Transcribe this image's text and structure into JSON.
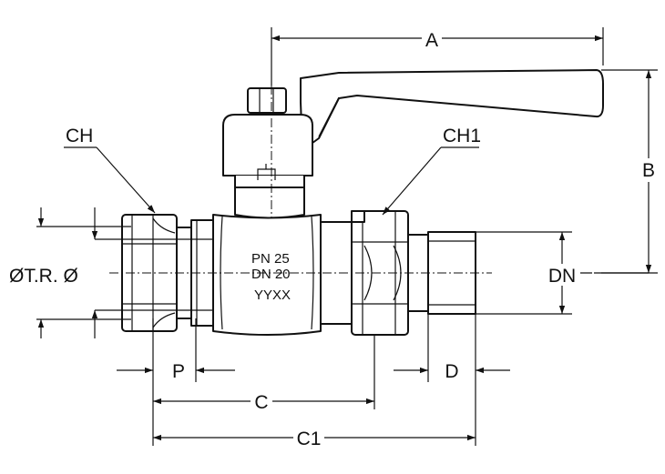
{
  "labels": {
    "a": "A",
    "b": "B",
    "c": "C",
    "c1": "C1",
    "d": "D",
    "p": "P",
    "ch": "CH",
    "ch1": "CH1",
    "dn": "DN",
    "tube": "ØT.R. Ø"
  },
  "body_markings": {
    "pressure": "PN  25",
    "diameter": "DN  20",
    "date_code": "YYXX"
  },
  "colors": {
    "line": "#111111",
    "background": "#ffffff"
  }
}
